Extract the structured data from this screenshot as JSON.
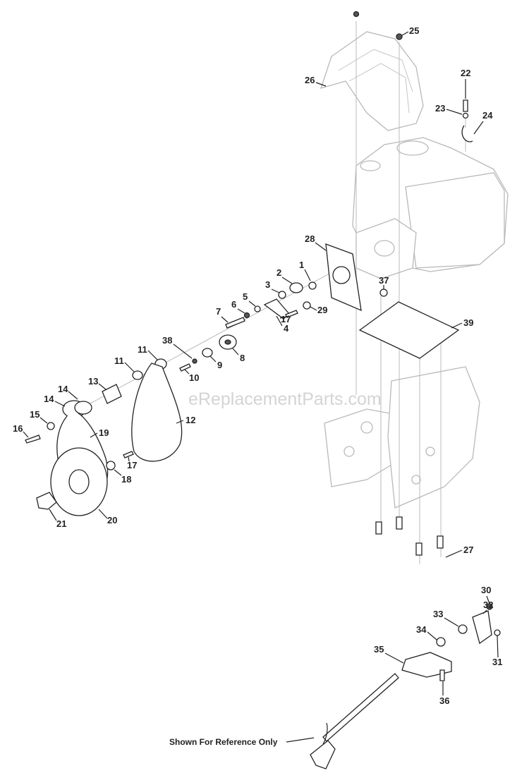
{
  "watermark": "eReplacementParts.com",
  "reference_note": "Shown For Reference Only",
  "callouts": [
    "1",
    "2",
    "3",
    "4",
    "5",
    "6",
    "7",
    "8",
    "9",
    "10",
    "11",
    "11",
    "12",
    "13",
    "14",
    "14",
    "15",
    "16",
    "17",
    "17",
    "18",
    "19",
    "20",
    "21",
    "22",
    "23",
    "24",
    "25",
    "26",
    "27",
    "28",
    "29",
    "30",
    "31",
    "32",
    "33",
    "34",
    "35",
    "36",
    "37",
    "38",
    "39"
  ]
}
